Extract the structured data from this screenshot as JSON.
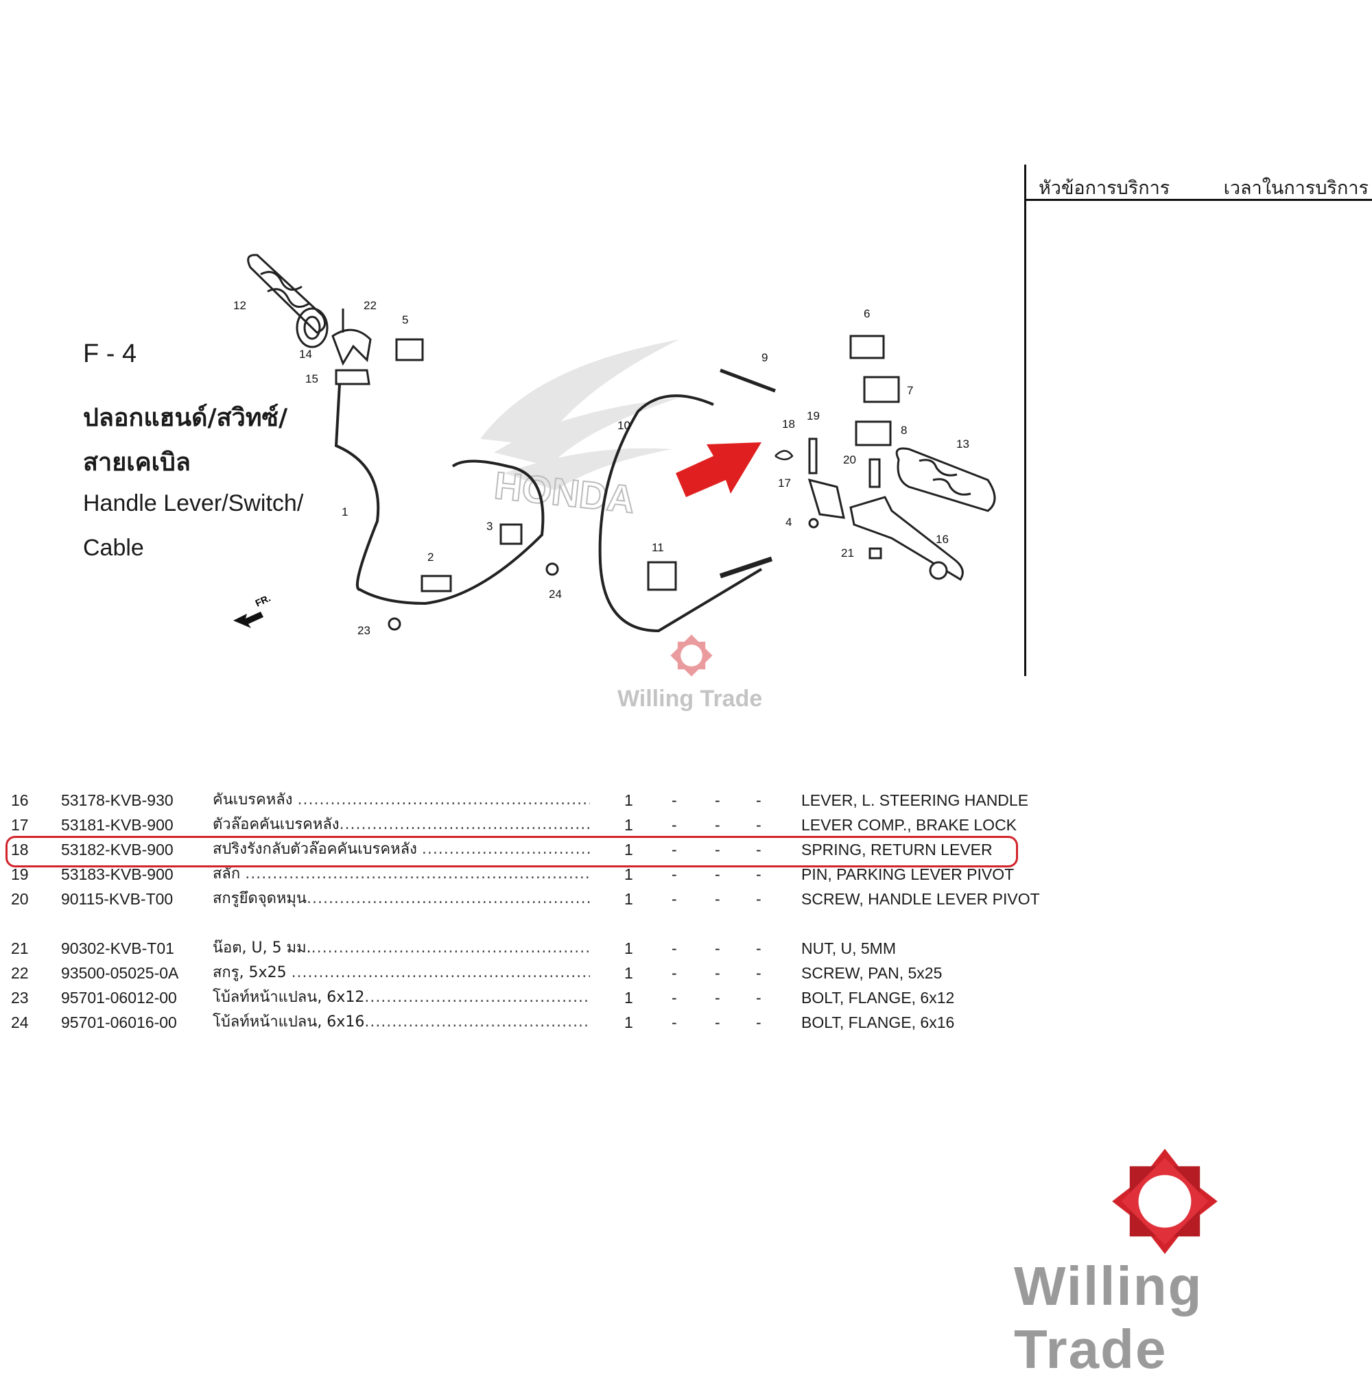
{
  "service": {
    "col1": "หัวข้อการบริการ",
    "col2": "เวลาในการบริการ"
  },
  "figure": {
    "code": "F - 4",
    "title_th_1": "ปลอกแฮนด์/สวิทซ์/",
    "title_th_2": "สายเคเบิล",
    "title_en_1": "Handle Lever/Switch/",
    "title_en_2": "Cable",
    "fr_label": "FR.",
    "callouts": [
      "1",
      "2",
      "3",
      "4",
      "5",
      "6",
      "7",
      "8",
      "9",
      "10",
      "11",
      "12",
      "13",
      "14",
      "15",
      "16",
      "17",
      "18",
      "19",
      "20",
      "21",
      "22",
      "23",
      "24"
    ],
    "watermark": "HONDA"
  },
  "parts": [
    {
      "no": "16",
      "part": "53178-KVB-930",
      "th": "คันเบรคหลัง",
      "qty": "1",
      "d1": "-",
      "d2": "-",
      "d3": "-",
      "en": "LEVER, L. STEERING HANDLE"
    },
    {
      "no": "17",
      "part": "53181-KVB-900",
      "th": "ตัวล๊อคคันเบรคหลัง",
      "qty": "1",
      "d1": "-",
      "d2": "-",
      "d3": "-",
      "en": "LEVER COMP., BRAKE LOCK"
    },
    {
      "no": "18",
      "part": "53182-KVB-900",
      "th": "สปริงรังกลับตัวล๊อคคันเบรคหลัง",
      "qty": "1",
      "d1": "-",
      "d2": "-",
      "d3": "-",
      "en": "SPRING, RETURN LEVER"
    },
    {
      "no": "19",
      "part": "53183-KVB-900",
      "th": "สลัก",
      "qty": "1",
      "d1": "-",
      "d2": "-",
      "d3": "-",
      "en": "PIN, PARKING LEVER PIVOT"
    },
    {
      "no": "20",
      "part": "90115-KVB-T00",
      "th": "สกรูยึดจุดหมุน",
      "qty": "1",
      "d1": "-",
      "d2": "-",
      "d3": "-",
      "en": "SCREW, HANDLE LEVER PIVOT"
    },
    {
      "no": "21",
      "part": "90302-KVB-T01",
      "th": "น๊อต, U, 5 มม.",
      "qty": "1",
      "d1": "-",
      "d2": "-",
      "d3": "-",
      "en": "NUT, U, 5MM"
    },
    {
      "no": "22",
      "part": "93500-05025-0A",
      "th": "สกรู, 5x25",
      "qty": "1",
      "d1": "-",
      "d2": "-",
      "d3": "-",
      "en": "SCREW, PAN, 5x25"
    },
    {
      "no": "23",
      "part": "95701-06012-00",
      "th": "โบ้ลท์หน้าแปลน, 6x12",
      "qty": "1",
      "d1": "-",
      "d2": "-",
      "d3": "-",
      "en": "BOLT, FLANGE, 6x12"
    },
    {
      "no": "24",
      "part": "95701-06016-00",
      "th": "โบ้ลท์หน้าแปลน, 6x16",
      "qty": "1",
      "d1": "-",
      "d2": "-",
      "d3": "-",
      "en": "BOLT, FLANGE, 6x16"
    }
  ],
  "dots": "..................................................................................................................",
  "brand": {
    "name": "Willing Trade",
    "watermark_name": "Willing Trade",
    "red": "#d2232a",
    "grey": "#9a9a9a"
  }
}
